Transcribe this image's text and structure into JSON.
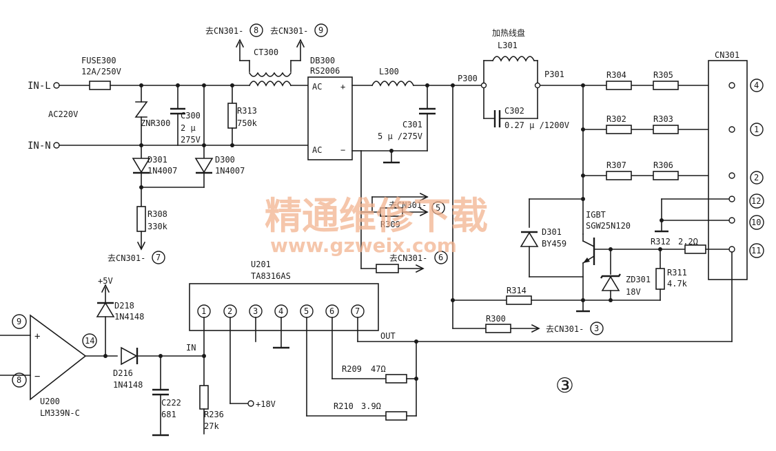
{
  "labels": {
    "in_l": "IN-L",
    "in_n": "IN-N",
    "ac220": "AC220V",
    "fuse": "FUSE300",
    "fuse_val": "12A/250V",
    "znr": "ZNR300",
    "c300": "C300",
    "c300_v1": "2 μ",
    "c300_v2": "275V",
    "r313": "R313",
    "r313_v": "750k",
    "ct300": "CT300",
    "to_cn8": "去CN301-",
    "to_cn9": "去CN301-",
    "db300": "DB300",
    "db300_p": "RS2006",
    "ac_top": "AC",
    "ac_bot": "AC",
    "plus": "+",
    "minus": "−",
    "l300": "L300",
    "c301": "C301",
    "c301_v": "5 μ /275V",
    "p300": "P300",
    "heat_coil": "加热线盘",
    "l301": "L301",
    "p301": "P301",
    "c302": "C302",
    "c302_v": "0.27 μ /1200V",
    "r304": "R304",
    "r305": "R305",
    "r302": "R302",
    "r303": "R303",
    "r307": "R307",
    "r306": "R306",
    "cn301": "CN301",
    "d301a": "D301",
    "d301a_p": "1N4007",
    "d300": "D300",
    "d300_p": "1N4007",
    "r308": "R308",
    "r308_v": "330k",
    "to_cn7": "去CN301-",
    "to_cn5": "去CN301-",
    "r309": "R309",
    "to_cn6": "去CN301-",
    "d301b": "D301",
    "d301b_p": "BY459",
    "igbt": "IGBT",
    "igbt_p": "SGW25N120",
    "r312": "R312",
    "r312_v": "2.2Ω",
    "r311": "R311",
    "r311_v": "4.7k",
    "zd301": "ZD301",
    "zd301_v": "18V",
    "r314": "R314",
    "r300": "R300",
    "to_cn3": "去CN301-",
    "u201": "U201",
    "u201_p": "TA8316AS",
    "vcc5": "+5V",
    "d218": "D218",
    "d218_p": "1N4148",
    "d216": "D216",
    "d216_p": "1N4148",
    "in_lbl": "IN",
    "out_lbl": "OUT",
    "u200": "U200",
    "u200_p": "LM339N-C",
    "c222": "C222",
    "c222_v": "681",
    "r236": "R236",
    "r236_v": "27k",
    "v18": "+18V",
    "r209": "R209",
    "r209_v": "47Ω",
    "r210": "R210",
    "r210_v": "3.9Ω",
    "fig_no": "③",
    "opamp_plus": "+",
    "opamp_minus": "−"
  },
  "pins": {
    "cn8": "8",
    "cn9": "9",
    "cn7": "7",
    "cn5": "5",
    "cn6": "6",
    "cn3": "3",
    "cn_4": "4",
    "cn_1": "1",
    "cn_2": "2",
    "cn_12": "12",
    "cn_10": "10",
    "cn_11": "11",
    "op9": "9",
    "op8": "8",
    "op14": "14",
    "u1": "1",
    "u2": "2",
    "u3": "3",
    "u4": "4",
    "u5": "5",
    "u6": "6",
    "u7": "7"
  },
  "watermark": {
    "cn": "精通维修下载",
    "url": "www.gzweix.com"
  }
}
